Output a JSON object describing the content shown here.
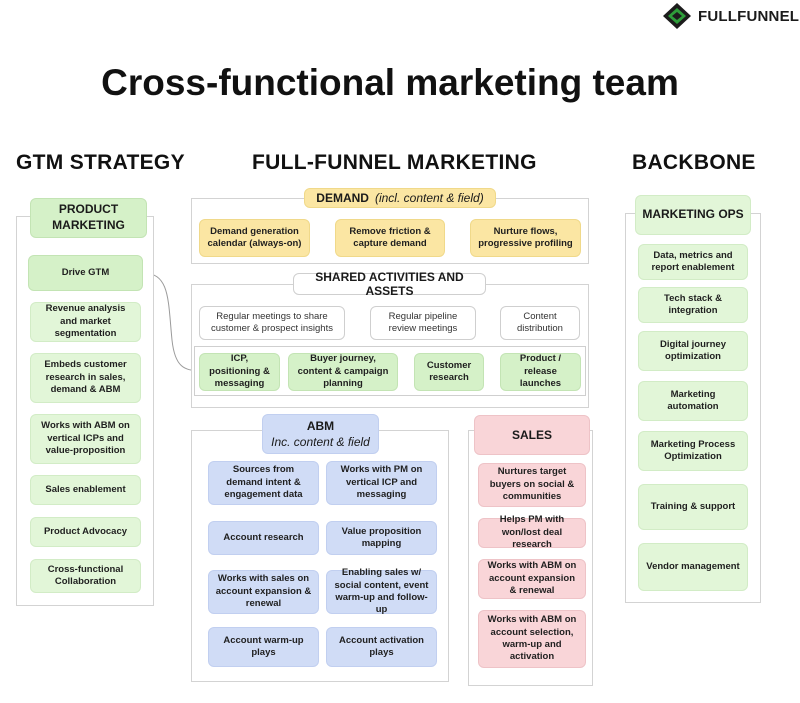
{
  "brand": {
    "name": "FULLFUNNEL"
  },
  "title": "Cross-functional marketing team",
  "columns": {
    "gtm": "GTM STRATEGY",
    "ffm": "FULL-FUNNEL MARKETING",
    "backbone": "BACKBONE"
  },
  "product_marketing": {
    "header": "PRODUCT MARKETING",
    "items": [
      "Drive GTM",
      "Revenue analysis and market segmentation",
      "Embeds customer research in sales, demand & ABM",
      "Works with ABM on vertical ICPs and value-proposition",
      "Sales enablement",
      "Product Advocacy",
      "Cross-functional Collaboration"
    ]
  },
  "demand": {
    "header": "DEMAND",
    "header_note": "(incl. content & field)",
    "items": [
      "Demand generation calendar (always-on)",
      "Remove friction & capture demand",
      "Nurture flows, progressive profiling"
    ]
  },
  "shared": {
    "header": "SHARED ACTIVITIES AND ASSETS",
    "top_items": [
      "Regular meetings to share customer & prospect insights",
      "Regular pipeline review meetings",
      "Content distribution"
    ],
    "bottom_items": [
      "ICP, positioning & messaging",
      "Buyer journey, content & campaign planning",
      "Customer research",
      "Product / release launches"
    ]
  },
  "abm": {
    "header": "ABM",
    "header_note": "Inc. content & field",
    "items": [
      "Sources from demand intent & engagement data",
      "Works with PM on vertical ICP and messaging",
      "Account research",
      "Value proposition mapping",
      "Works with sales on account expansion & renewal",
      "Enabling sales w/ social content, event warm-up and follow-up",
      "Account warm-up plays",
      "Account activation plays"
    ]
  },
  "sales": {
    "header": "SALES",
    "items": [
      "Nurtures target buyers on social & communities",
      "Helps PM with won/lost deal research",
      "Works with ABM on account expansion & renewal",
      "Works with ABM on account selection, warm-up and activation"
    ]
  },
  "marketing_ops": {
    "header": "MARKETING OPS",
    "items": [
      "Data, metrics and report enablement",
      "Tech stack & integration",
      "Digital journey optimization",
      "Marketing automation",
      "Marketing Process Optimization",
      "Training & support",
      "Vendor management"
    ]
  },
  "colors": {
    "green": "#d5f1c8",
    "yellow": "#fbe6a3",
    "blue": "#d0dcf6",
    "pink": "#f9d5d8"
  }
}
